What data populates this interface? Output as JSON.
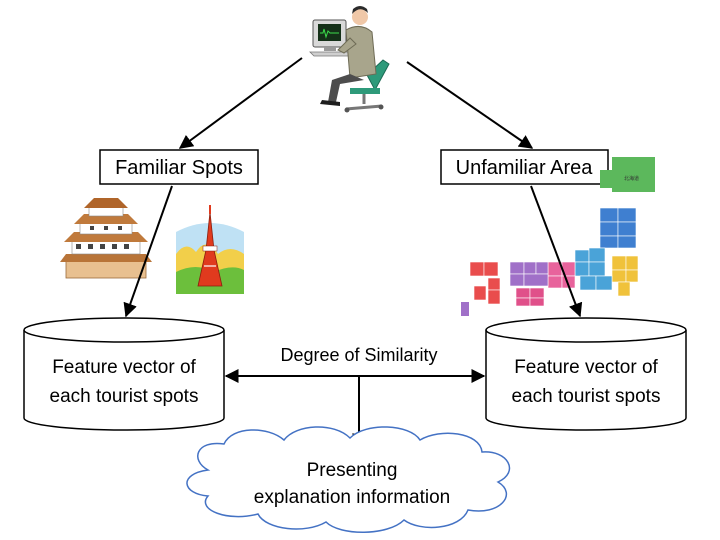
{
  "labels": {
    "familiar": "Familiar Spots",
    "unfamiliar": "Unfamiliar Area",
    "db_left_line1": "Feature vector of",
    "db_left_line2": "each tourist spots",
    "db_right_line1": "Feature vector of",
    "db_right_line2": "each  tourist spots",
    "similarity": "Degree of Similarity",
    "cloud_line1": "Presenting",
    "cloud_line2": "explanation information"
  },
  "icons": {
    "user": "person-at-computer-icon",
    "castle": "japanese-castle-icon",
    "tower": "tokyo-tower-icon",
    "map": "japan-prefecture-map-icon"
  },
  "colors": {
    "stroke": "#000000",
    "cloud_stroke": "#4472c4",
    "map_hokkaido": "#5cb85c",
    "map_tohoku": "#3f7fd0",
    "map_kanto": "#f0c23b",
    "map_chubu": "#4aa3d8",
    "map_kinki": "#e8639c",
    "map_chugoku": "#a070c8",
    "map_shikoku": "#e0508a",
    "map_kyushu": "#e94d4d"
  }
}
